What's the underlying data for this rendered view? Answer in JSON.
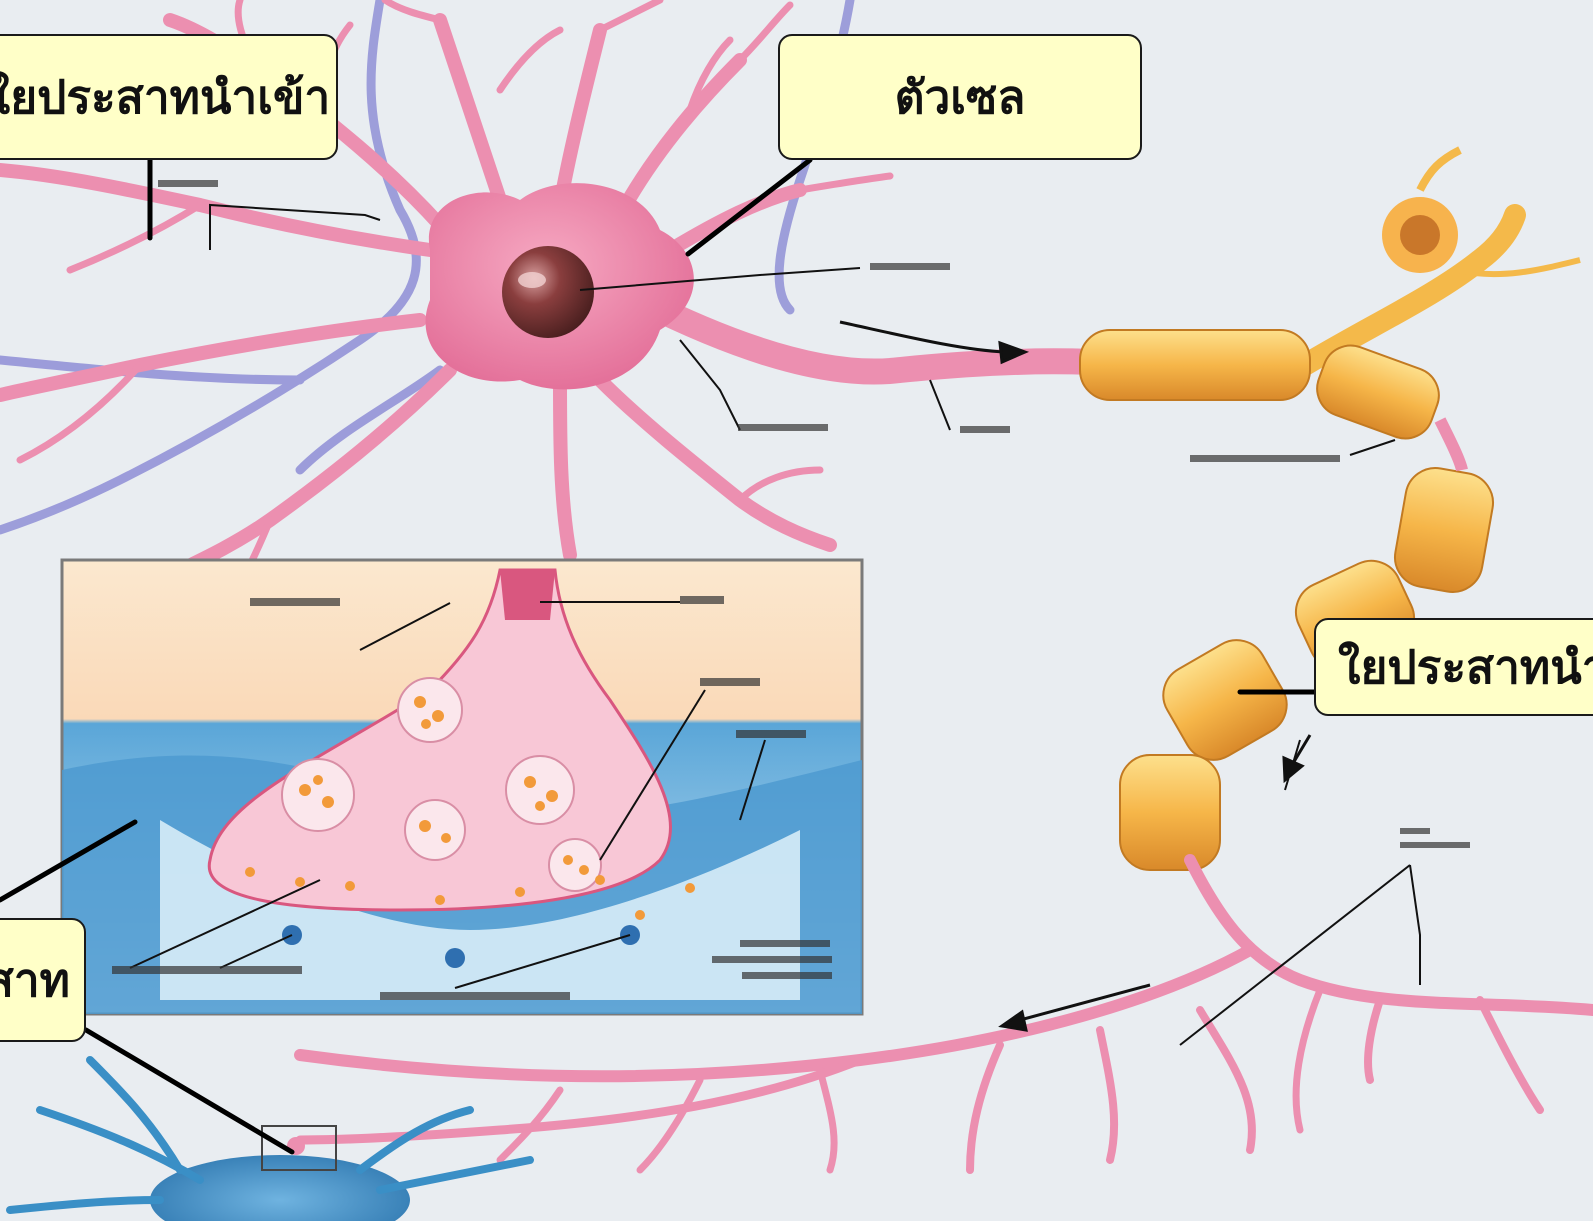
{
  "labels": {
    "dendrite": "ใยประสาทนำเข้า",
    "cell_body": "ตัวเซล",
    "axon": "ใยประสาทนำออก",
    "synapse": "จุดประสานประสาท"
  },
  "colors": {
    "background": "#e9edf1",
    "neuron_pink": "#ee8fae",
    "neuron_pink_dark": "#d9577f",
    "nucleus": "#6b2f2f",
    "myelin_orange": "#f4b94a",
    "myelin_orange_dark": "#d9892a",
    "target_neuron_blue": "#3a8fc6",
    "inset_peach": "#fbe2c6",
    "inset_blue": "#4d9ad0",
    "callout_fill": "#ffffc8",
    "leader_line": "#000000"
  }
}
